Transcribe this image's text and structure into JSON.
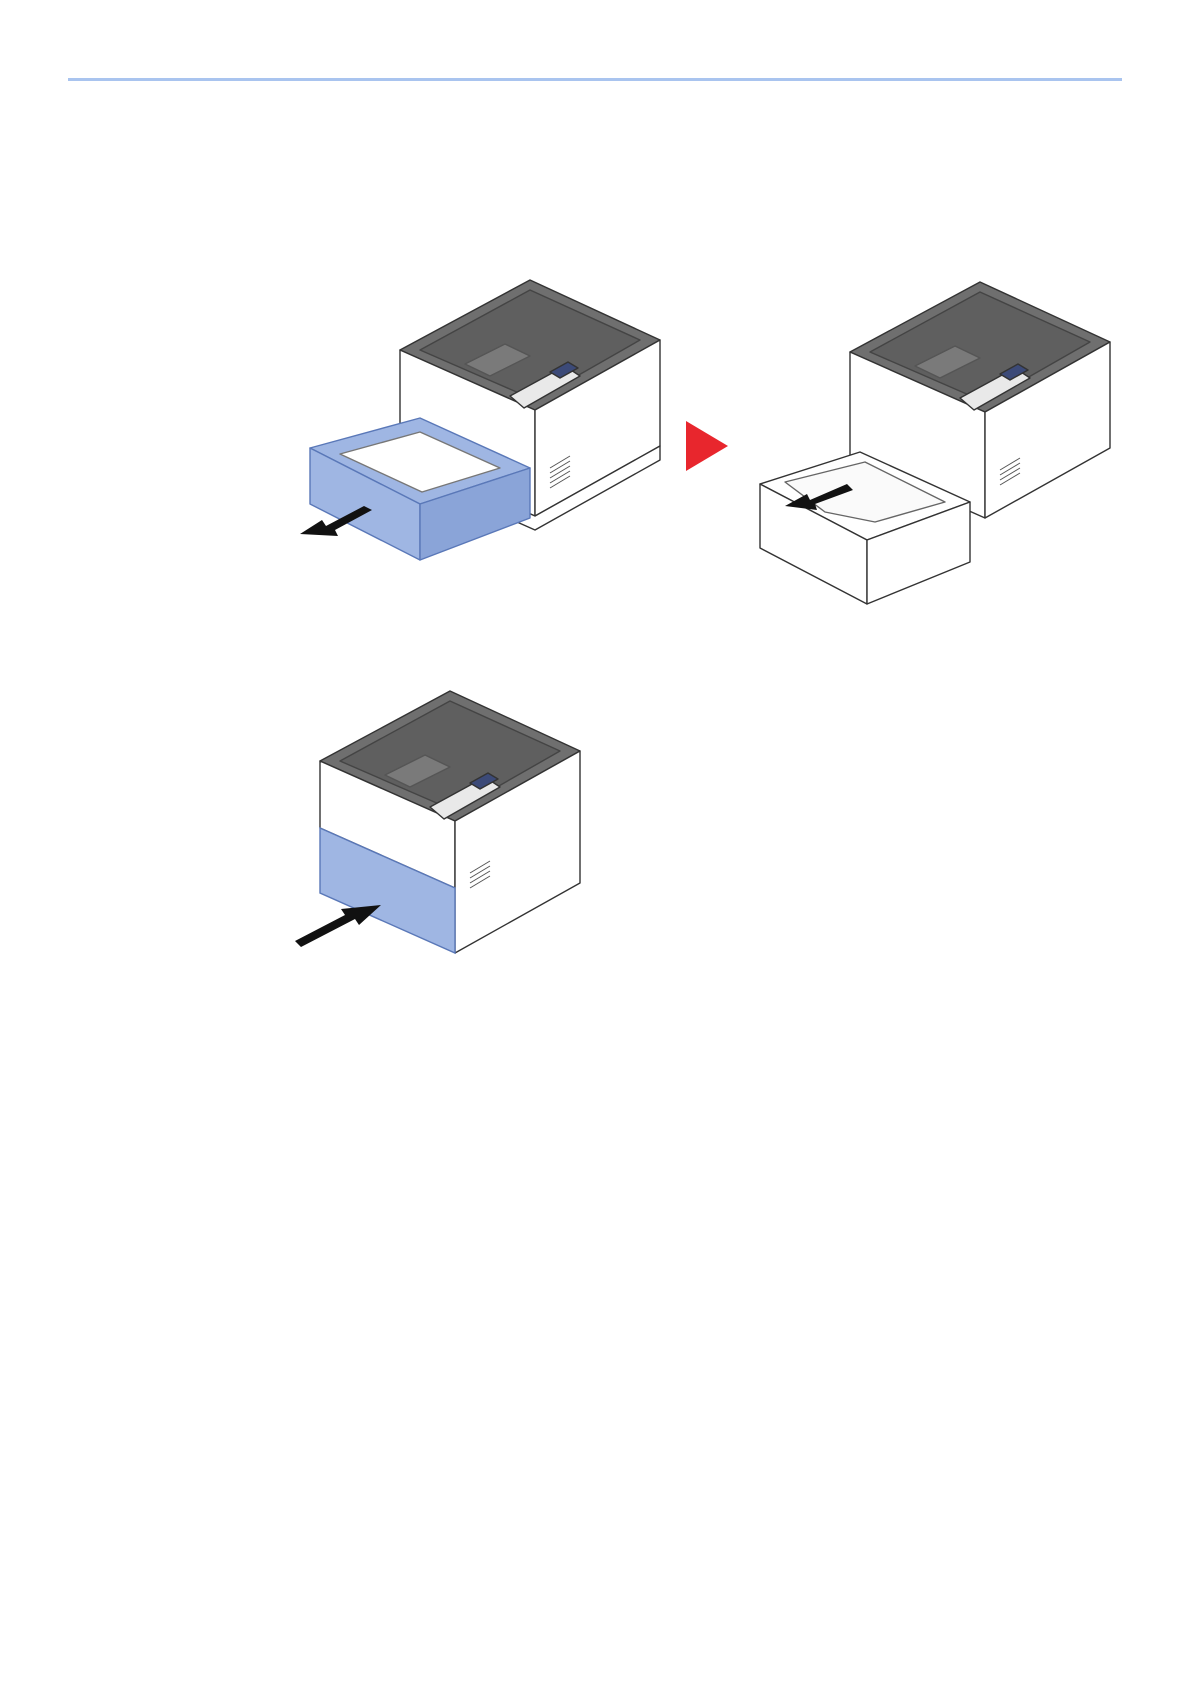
{
  "page": {
    "background": "#ffffff",
    "rule_color": "#a9c4ef"
  },
  "colors": {
    "tray_highlight": "#9fb6e3",
    "tray_highlight_edge": "#5a78b8",
    "step_arrow": "#e8262d",
    "printer_body": "#ffffff",
    "printer_top": "#6f6f6f",
    "outline": "#333333"
  },
  "figures": [
    {
      "id": "step-1",
      "description_icon": "printer-tray-pulled-out",
      "motion": "pull-out"
    },
    {
      "id": "step-2",
      "description_icon": "printer-remove-jammed-paper",
      "motion": "remove-paper"
    },
    {
      "id": "step-3",
      "description_icon": "printer-tray-pushed-in",
      "motion": "push-in"
    }
  ],
  "icons": {
    "step_separator": "red-triangle-arrow-icon",
    "motion_arrow": "black-arrow-icon"
  }
}
